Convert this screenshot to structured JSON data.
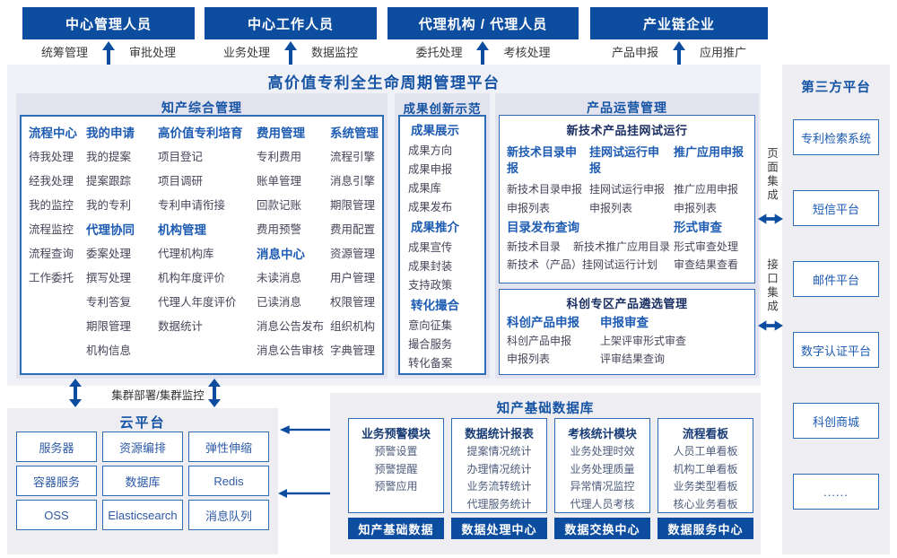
{
  "colors": {
    "dark_blue": "#0d4da0",
    "border_blue": "#2e6cb5",
    "title_blue": "#1553a4",
    "header_blue": "#1e5cb3",
    "navy": "#1a2f62",
    "section_bg": "#e3e3ef",
    "main_bg": "#f0f1f7",
    "gray_bg": "#ededf2"
  },
  "top_roles": [
    {
      "title": "中心管理人员",
      "left_label": "统筹管理",
      "right_label": "审批处理"
    },
    {
      "title": "中心工作人员",
      "left_label": "业务处理",
      "right_label": "数据监控"
    },
    {
      "title": "代理机构 / 代理人员",
      "left_label": "委托处理",
      "right_label": "考核处理"
    },
    {
      "title": "产业链企业",
      "left_label": "产品申报",
      "right_label": "应用推广"
    }
  ],
  "platform_title": "高价值专利全生命周期管理平台",
  "sections": {
    "zhichan": {
      "title": "知产综合管理",
      "columns": [
        {
          "groups": [
            {
              "header": "流程中心",
              "items": [
                "待我处理",
                "经我处理",
                "我的监控",
                "流程监控",
                "流程查询",
                "工作委托"
              ]
            }
          ]
        },
        {
          "groups": [
            {
              "header": "我的申请",
              "items": [
                "我的提案",
                "提案跟踪",
                "我的专利"
              ]
            },
            {
              "header": "代理协同",
              "items": [
                "委案处理",
                "撰写处理",
                "专利答复",
                "期限管理",
                "机构信息"
              ]
            }
          ]
        },
        {
          "groups": [
            {
              "header": "高价值专利培育",
              "items": [
                "项目登记",
                "项目调研",
                "专利申请衔接"
              ]
            },
            {
              "header": "机构管理",
              "items": [
                "代理机构库",
                "机构年度评价",
                "代理人年度评价",
                "数据统计"
              ]
            }
          ]
        },
        {
          "groups": [
            {
              "header": "费用管理",
              "items": [
                "专利费用",
                "账单管理",
                "回款记账",
                "费用预警"
              ]
            },
            {
              "header": "消息中心",
              "items": [
                "未读消息",
                "已读消息",
                "消息公告发布",
                "消息公告审核"
              ]
            }
          ]
        },
        {
          "groups": [
            {
              "header": "系统管理",
              "items": [
                "流程引擎",
                "消息引擎",
                "期限管理",
                "费用配置",
                "资源管理",
                "用户管理",
                "权限管理",
                "组织机构",
                "字典管理"
              ]
            }
          ]
        }
      ]
    },
    "chengguo": {
      "title": "成果创新示范",
      "groups": [
        {
          "header": "成果展示",
          "items": [
            "成果方向",
            "成果申报",
            "成果库",
            "成果发布"
          ]
        },
        {
          "header": "成果推介",
          "items": [
            "成果宣传",
            "成果封装",
            "支持政策"
          ]
        },
        {
          "header": "转化撮合",
          "items": [
            "意向征集",
            "撮合服务",
            "转化备案"
          ]
        }
      ]
    },
    "chanpin": {
      "title": "产品运营管理",
      "box1": {
        "title": "新技术产品挂网试运行",
        "columns": [
          {
            "header": "新技术目录申报",
            "items": [
              "新技术目录申报",
              "申报列表"
            ]
          },
          {
            "header": "挂网试运行申报",
            "items": [
              "挂网试运行申报",
              "申报列表"
            ]
          },
          {
            "header": "推广应用申报",
            "items": [
              "推广应用申报",
              "申报列表"
            ]
          }
        ],
        "catalog": {
          "header": "目录发布查询",
          "line1a": "新技术目录",
          "line1b": "新技术推广应用目录",
          "line2": "新技术（产品）挂网试运行计划"
        },
        "review": {
          "header": "形式审查",
          "items": [
            "形式审查处理",
            "审查结果查看"
          ]
        }
      },
      "box2": {
        "title": "科创专区产品遴选管理",
        "columns": [
          {
            "header": "科创产品申报",
            "items": [
              "科创产品申报",
              "申报列表"
            ]
          },
          {
            "header": "申报审查",
            "items": [
              "上架评审形式审查",
              "评审结果查询"
            ]
          }
        ]
      }
    }
  },
  "third_party": {
    "title": "第三方平台",
    "boxes": [
      "专利检索系统",
      "短信平台",
      "邮件平台",
      "数字认证平台",
      "科创商城",
      "......"
    ]
  },
  "integration": {
    "page_label": "页面集成",
    "api_label": "接口集成"
  },
  "cluster_label": "集群部署/集群监控",
  "cloud": {
    "title": "云平台",
    "boxes": [
      "服务器",
      "资源编排",
      "弹性伸缩",
      "容器服务",
      "数据库",
      "Redis",
      "OSS",
      "Elasticsearch",
      "消息队列"
    ]
  },
  "database": {
    "title": "知产基础数据库",
    "modules": [
      {
        "header": "业务预警模块",
        "items": [
          "预警设置",
          "预警提醒",
          "预警应用"
        ]
      },
      {
        "header": "数据统计报表",
        "items": [
          "提案情况统计",
          "办理情况统计",
          "业务流转统计",
          "代理服务统计"
        ]
      },
      {
        "header": "考核统计模块",
        "items": [
          "业务处理时效",
          "业务处理质量",
          "异常情况监控",
          "代理人员考核"
        ]
      },
      {
        "header": "流程看板",
        "items": [
          "人员工单看板",
          "机构工单看板",
          "业务类型看板",
          "核心业务看板"
        ]
      }
    ],
    "bottom": [
      "知产基础数据",
      "数据处理中心",
      "数据交换中心",
      "数据服务中心"
    ]
  }
}
